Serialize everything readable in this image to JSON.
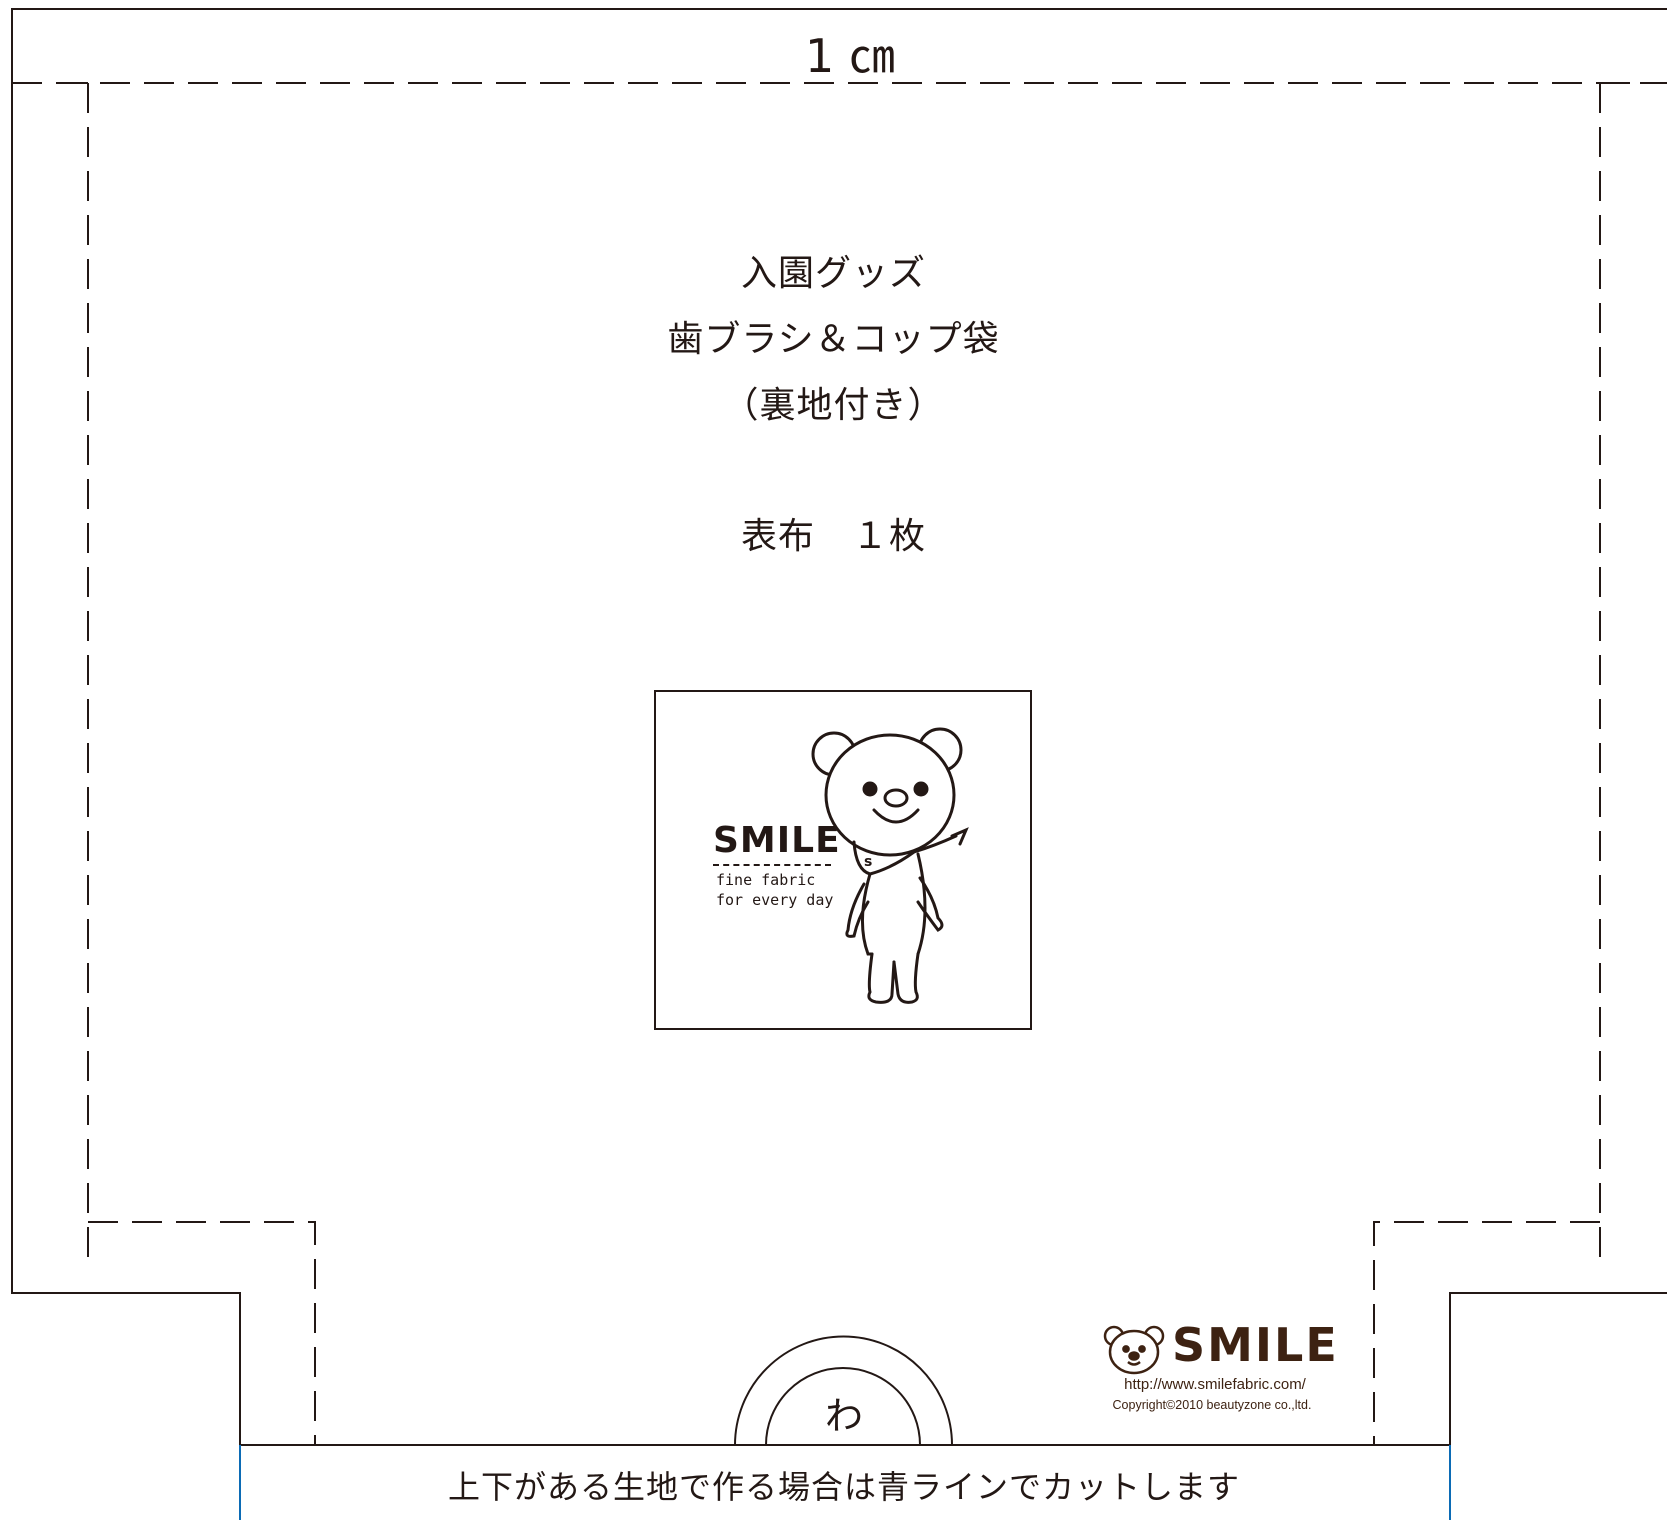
{
  "seam_label": "1 ㎝",
  "title_lines": [
    "入園グッズ",
    "歯ブラシ＆コップ袋",
    "（裏地付き）"
  ],
  "piece_label": "表布　１枚",
  "fold_mark": "わ",
  "card": {
    "brand": "SMILE",
    "tagline_1": "fine fabric",
    "tagline_2": "for every day",
    "scarf_letter": "s"
  },
  "brand_block": {
    "name": "SMILE",
    "url": "http://www.smilefabric.com/",
    "copyright": "Copyright©2010 beautyzone co.,ltd."
  },
  "bottom_note": "上下がある生地で作る場合は青ラインでカットします",
  "colors": {
    "line": "#231815",
    "brand_brown": "#3d2212",
    "cut_blue": "#0b6bb5"
  }
}
